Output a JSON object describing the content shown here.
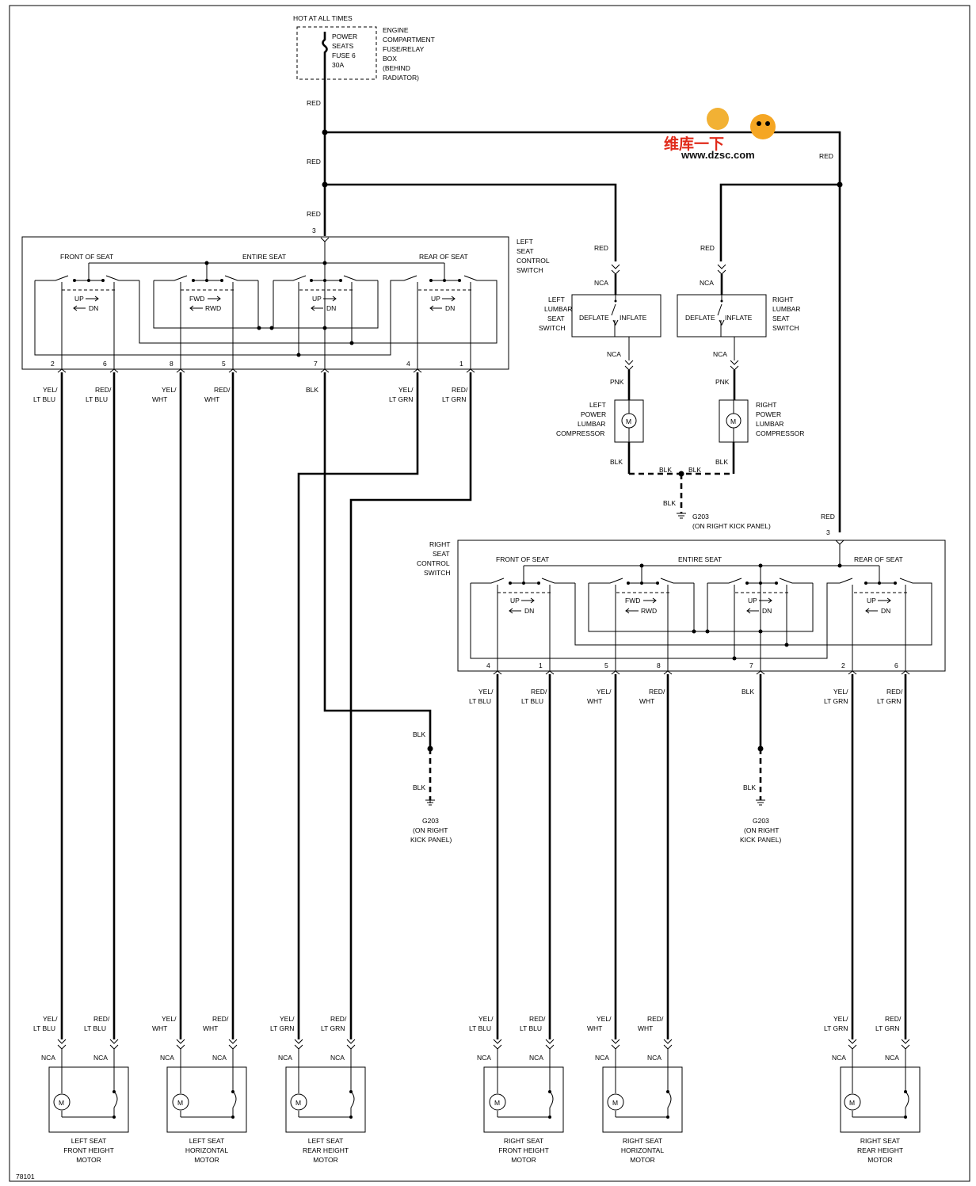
{
  "source": {
    "header": "HOT AT ALL TIMES",
    "fuse_lines": [
      "POWER",
      "SEATS",
      "FUSE 6",
      "30A"
    ],
    "box_lines": [
      "ENGINE",
      "COMPARTMENT",
      "FUSE/RELAY",
      "BOX",
      "(BEHIND",
      "RADIATOR)"
    ]
  },
  "watermark": {
    "line1": "维库一下",
    "site": "www.dzsc.com"
  },
  "wire_colors": {
    "red": "RED",
    "blk": "BLK",
    "pnk": "PNK",
    "nca": "NCA"
  },
  "left_switch": {
    "name_lines": [
      "LEFT",
      "SEAT",
      "CONTROL",
      "SWITCH"
    ],
    "pin_in": "3",
    "section_labels": [
      "FRONT OF SEAT",
      "ENTIRE SEAT",
      "REAR OF SEAT"
    ],
    "pins": [
      {
        "pin": "2",
        "wire": [
          "YEL/",
          "LT BLU"
        ]
      },
      {
        "pin": "6",
        "wire": [
          "RED/",
          "LT BLU"
        ]
      },
      {
        "pin": "8",
        "wire": [
          "YEL/",
          "WHT"
        ]
      },
      {
        "pin": "5",
        "wire": [
          "RED/",
          "WHT"
        ]
      },
      {
        "pin": "7",
        "wire": [
          "BLK",
          ""
        ]
      },
      {
        "pin": "4",
        "wire": [
          "YEL/",
          "LT GRN"
        ]
      },
      {
        "pin": "1",
        "wire": [
          "RED/",
          "LT GRN"
        ]
      }
    ]
  },
  "right_switch": {
    "name_lines": [
      "RIGHT",
      "SEAT",
      "CONTROL",
      "SWITCH"
    ],
    "pin_in": "3",
    "section_labels": [
      "FRONT OF SEAT",
      "ENTIRE SEAT",
      "REAR OF SEAT"
    ],
    "pins": [
      {
        "pin": "4",
        "wire": [
          "YEL/",
          "LT BLU"
        ]
      },
      {
        "pin": "1",
        "wire": [
          "RED/",
          "LT BLU"
        ]
      },
      {
        "pin": "5",
        "wire": [
          "YEL/",
          "WHT"
        ]
      },
      {
        "pin": "8",
        "wire": [
          "RED/",
          "WHT"
        ]
      },
      {
        "pin": "7",
        "wire": [
          "BLK",
          ""
        ]
      },
      {
        "pin": "2",
        "wire": [
          "YEL/",
          "LT GRN"
        ]
      },
      {
        "pin": "6",
        "wire": [
          "RED/",
          "LT GRN"
        ]
      }
    ]
  },
  "switch_modes": {
    "up": "UP",
    "dn": "DN",
    "fwd": "FWD",
    "rwd": "RWD"
  },
  "lumbar": {
    "left_switch": [
      "LEFT",
      "LUMBAR",
      "SEAT",
      "SWITCH"
    ],
    "right_switch": [
      "RIGHT",
      "LUMBAR",
      "SEAT",
      "SWITCH"
    ],
    "deflate": "DEFLATE",
    "inflate": "INFLATE",
    "left_comp": [
      "LEFT",
      "POWER",
      "LUMBAR",
      "COMPRESSOR"
    ],
    "right_comp": [
      "RIGHT",
      "POWER",
      "LUMBAR",
      "COMPRESSOR"
    ]
  },
  "ground": {
    "id": "G203",
    "loc": "(ON RIGHT KICK PANEL)",
    "loc_lines": [
      "(ON RIGHT",
      "KICK PANEL)"
    ]
  },
  "motor_symbol": "M",
  "motors": [
    {
      "wires": [
        [
          "YEL/",
          "LT BLU"
        ],
        [
          "RED/",
          "LT BLU"
        ]
      ],
      "name": [
        "LEFT SEAT",
        "FRONT HEIGHT",
        "MOTOR"
      ]
    },
    {
      "wires": [
        [
          "YEL/",
          "WHT"
        ],
        [
          "RED/",
          "WHT"
        ]
      ],
      "name": [
        "LEFT SEAT",
        "HORIZONTAL",
        "MOTOR"
      ]
    },
    {
      "wires": [
        [
          "YEL/",
          "LT GRN"
        ],
        [
          "RED/",
          "LT GRN"
        ]
      ],
      "name": [
        "LEFT SEAT",
        "REAR HEIGHT",
        "MOTOR"
      ]
    },
    {
      "wires": [
        [
          "YEL/",
          "LT BLU"
        ],
        [
          "RED/",
          "LT BLU"
        ]
      ],
      "name": [
        "RIGHT SEAT",
        "FRONT HEIGHT",
        "MOTOR"
      ]
    },
    {
      "wires": [
        [
          "YEL/",
          "WHT"
        ],
        [
          "RED/",
          "WHT"
        ]
      ],
      "name": [
        "RIGHT SEAT",
        "HORIZONTAL",
        "MOTOR"
      ]
    },
    {
      "wires": [
        [
          "YEL/",
          "LT GRN"
        ],
        [
          "RED/",
          "LT GRN"
        ]
      ],
      "name": [
        "RIGHT SEAT",
        "REAR HEIGHT",
        "MOTOR"
      ]
    }
  ],
  "figure_id": "78101"
}
